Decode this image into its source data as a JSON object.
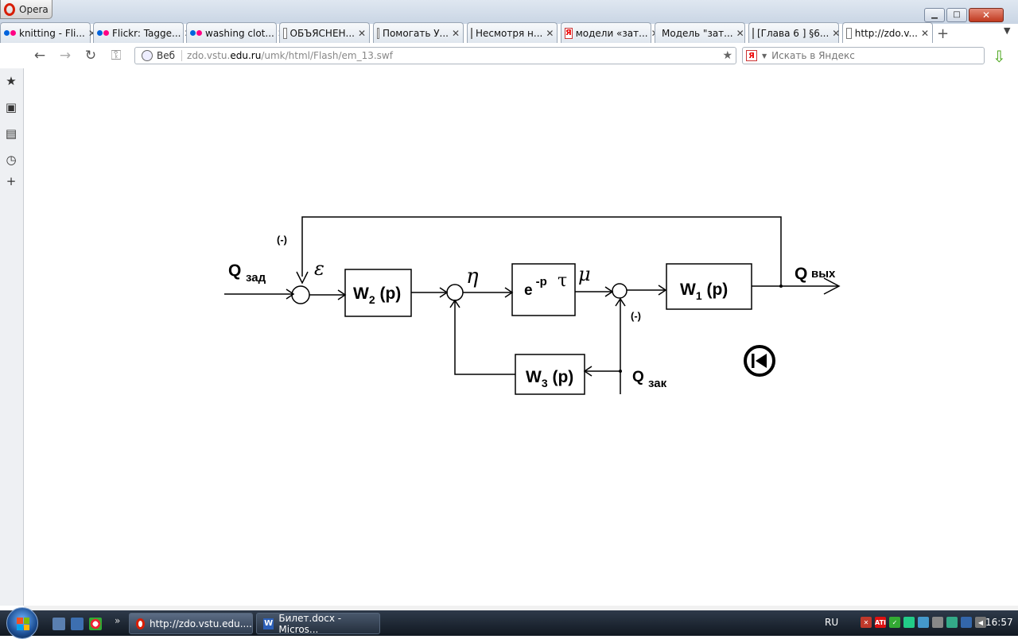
{
  "window": {
    "app_name": "Opera",
    "minimize_glyph": "▁",
    "maximize_glyph": "□",
    "close_glyph": "✕"
  },
  "tabs": [
    {
      "label": "knitting - Fli...",
      "icon": "flickr-icon",
      "active": false
    },
    {
      "label": "Flickr: Tagge...",
      "icon": "flickr-icon",
      "active": false
    },
    {
      "label": "washing clot...",
      "icon": "flickr-icon",
      "active": false
    },
    {
      "label": "ОБЪЯСНЕН...",
      "icon": "page-icon",
      "active": false
    },
    {
      "label": "Помогать У...",
      "icon": "page-icon",
      "active": false
    },
    {
      "label": "Несмотря н...",
      "icon": "page-icon",
      "active": false
    },
    {
      "label": "модели «зат...",
      "icon": "yandex-icon",
      "active": false
    },
    {
      "label": "Модель \"зат...",
      "icon": "green-page-icon",
      "active": false
    },
    {
      "label": "[Глава 6 ] §6...",
      "icon": "page-icon",
      "active": false
    },
    {
      "label": "http://zdo.v...",
      "icon": "page-icon",
      "active": true
    }
  ],
  "tab_close_glyph": "✕",
  "new_tab_glyph": "+",
  "address": {
    "label": "Веб",
    "url_prefix": "zdo.vstu.",
    "url_domain": "edu.ru",
    "url_path": "/umk/html/Flash/em_13.swf"
  },
  "search": {
    "engine_badge": "Я",
    "placeholder": "Искать в Яндекс"
  },
  "nav": {
    "back": "←",
    "forward": "→",
    "reload": "↻",
    "key": "⚿",
    "star": "★",
    "download": "⇩"
  },
  "diagram": {
    "input_Q": "Q",
    "input_sub": "зад",
    "output_Q": "Q",
    "output_sub": "вых",
    "disturb_Q": "Q",
    "disturb_sub": "зак",
    "minus_top": "(-)",
    "minus_right": "(-)",
    "signal_epsilon": "ε",
    "signal_eta": "η",
    "signal_mu": "μ",
    "w2_main": "W",
    "w2_sub": "2",
    "w2_arg": " (p)",
    "delay_base": "e",
    "delay_exp": "-p",
    "delay_tau": "τ",
    "w1_main": "W",
    "w1_sub": "1",
    "w1_arg": " (p)",
    "w3_main": "W",
    "w3_sub": "3",
    "w3_arg": " (p)"
  },
  "taskbar": {
    "tasks": [
      {
        "label": "http://zdo.vstu.edu....",
        "icon": "opera-icon"
      },
      {
        "label": "Билет.docx - Micros...",
        "icon": "word-icon"
      }
    ],
    "quicklaunch_more": "»",
    "language": "RU",
    "clock": "16:57"
  },
  "colors": {
    "opera_red": "#d81e05",
    "flickr_blue": "#0063dc",
    "flickr_pink": "#ff0084",
    "diagram_ink": "#000000"
  }
}
